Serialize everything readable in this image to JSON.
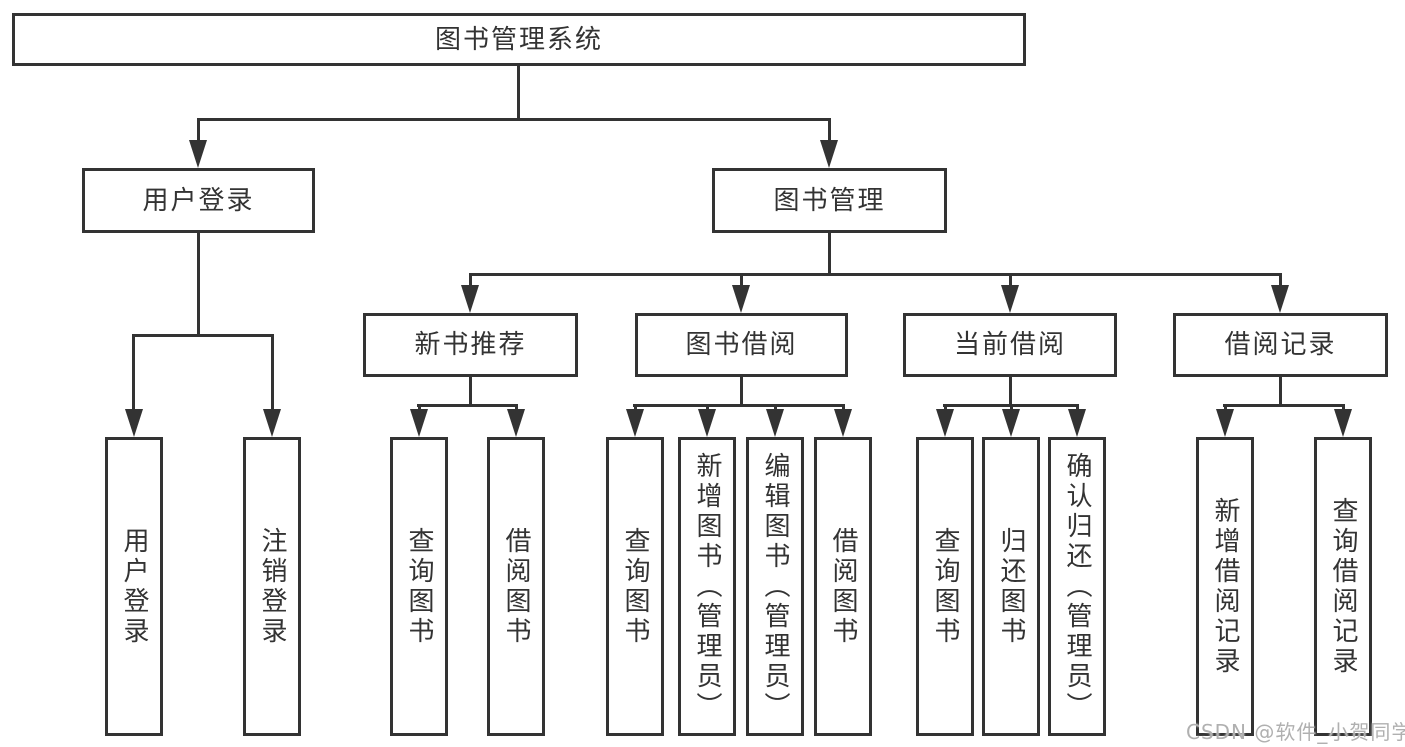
{
  "colors": {
    "line": "#333333",
    "text": "#333333",
    "box_background": "#ffffff",
    "page_background": "#ffffff",
    "watermark": "#b0b0b0"
  },
  "nodes": {
    "root": {
      "label": "图书管理系统"
    },
    "level2": [
      {
        "label": "用户登录"
      },
      {
        "label": "图书管理"
      }
    ],
    "level3": [
      {
        "label": "新书推荐"
      },
      {
        "label": "图书借阅"
      },
      {
        "label": "当前借阅"
      },
      {
        "label": "借阅记录"
      }
    ],
    "leaves": {
      "user_login": [
        {
          "label": "用户登录"
        },
        {
          "label": "注销登录"
        }
      ],
      "new_book": [
        {
          "label": "查询图书"
        },
        {
          "label": "借阅图书"
        }
      ],
      "book_borrow": [
        {
          "label": "查询图书"
        },
        {
          "label": "新增图书（管理员）"
        },
        {
          "label": "编辑图书（管理员）"
        },
        {
          "label": "借阅图书"
        }
      ],
      "current_borrow": [
        {
          "label": "查询图书"
        },
        {
          "label": "归还图书"
        },
        {
          "label": "确认归还（管理员）"
        }
      ],
      "records": [
        {
          "label": "新增借阅记录"
        },
        {
          "label": "查询借阅记录"
        }
      ]
    }
  },
  "watermark": {
    "text": "CSDN @软件_小贺同学"
  }
}
